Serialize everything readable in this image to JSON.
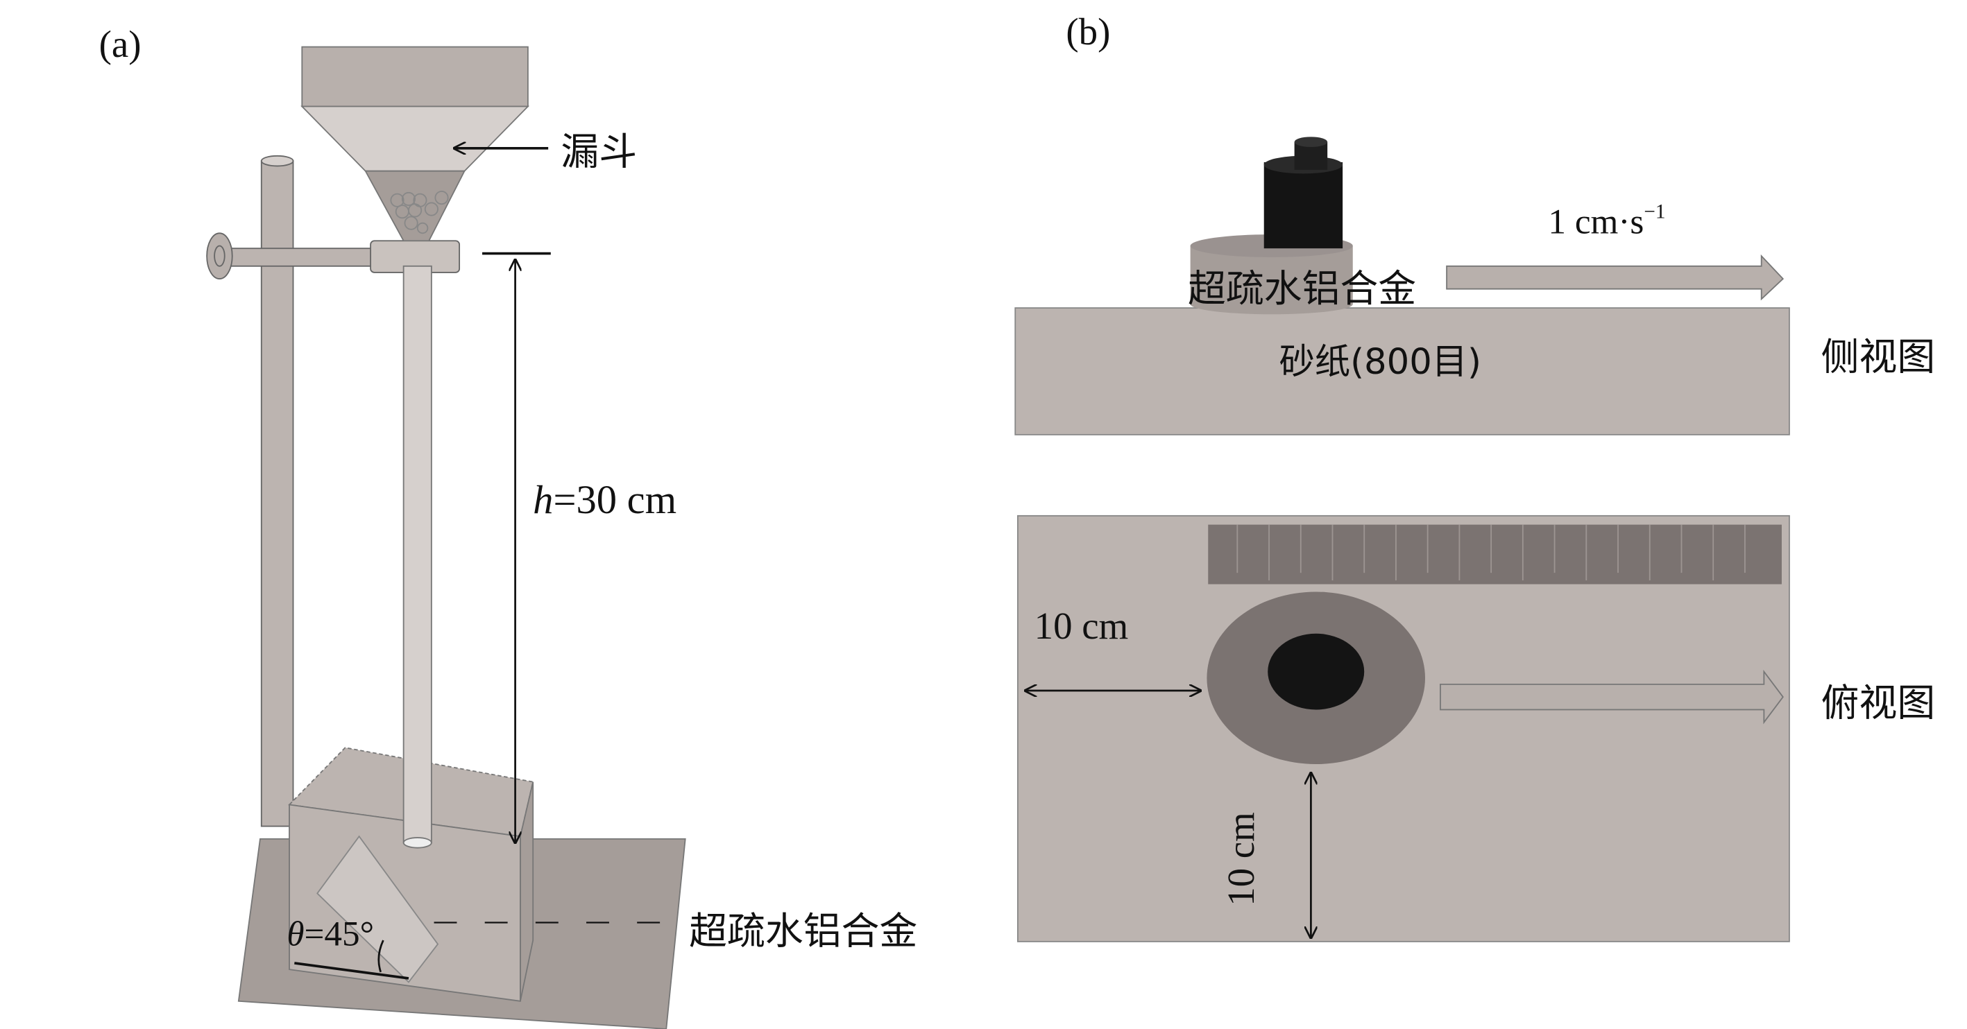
{
  "panel_a": {
    "label": "(a)",
    "funnel_label": "漏斗",
    "height_label": "h",
    "height_value": "=30 cm",
    "angle_symbol": "θ",
    "angle_value": "=45°",
    "sample_label": "超疏水铝合金"
  },
  "panel_b": {
    "label": "(b)",
    "speed_label": "1 cm·s",
    "speed_exponent": "−1",
    "sample_label": "超疏水铝合金",
    "sandpaper_label": "砂纸(800目)",
    "side_view_label": "侧视图",
    "top_view_label": "俯视图",
    "distance_horizontal": "10 cm",
    "distance_vertical": "10 cm"
  },
  "colors": {
    "light_gray": "#bcb4b0",
    "mid_gray": "#a59d99",
    "dark_gray": "#7b7371",
    "black": "#141414",
    "funnel_top": "#b8b0ac",
    "funnel_mid": "#d6d0cd"
  }
}
